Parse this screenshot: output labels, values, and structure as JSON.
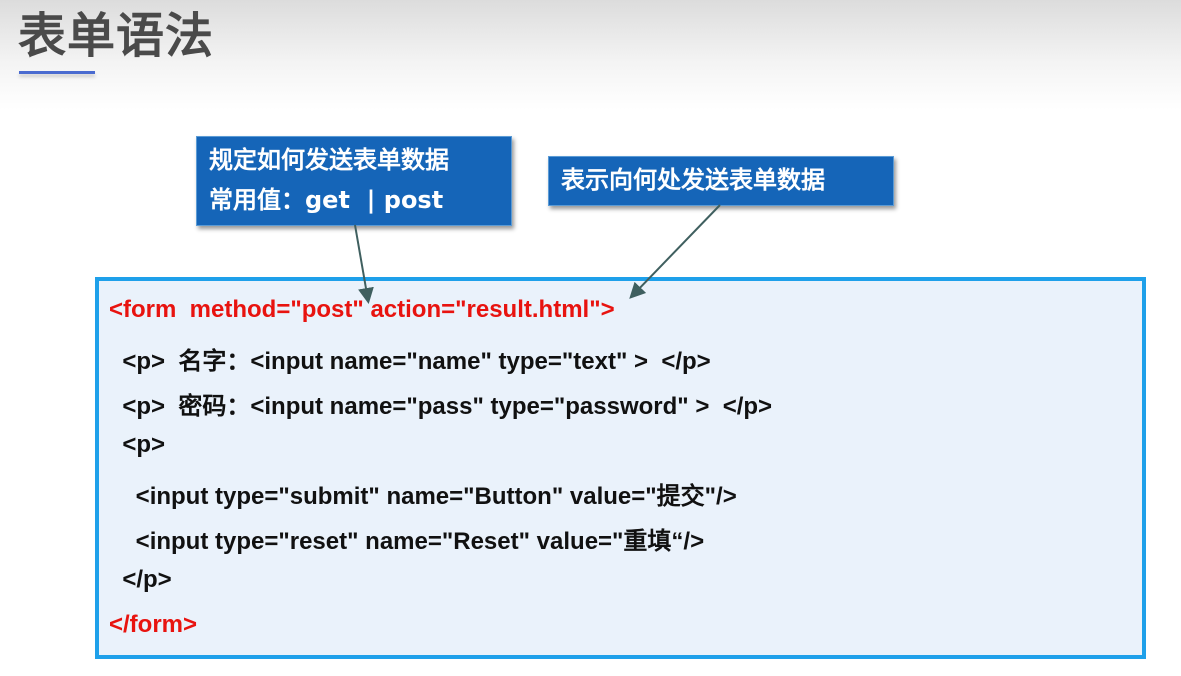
{
  "title": "表单语法",
  "callouts": {
    "method": [
      "规定如何发送表单数据",
      "常用值：get  | post"
    ],
    "action": "表示向何处发送表单数据"
  },
  "code": [
    "<form  method=\"post\" action=\"result.html\">",
    "  <p>  名字：<input name=\"name\" type=\"text\" >  </p>",
    "  <p>  密码：<input name=\"pass\" type=\"password\" >  </p>",
    "  <p>",
    "    <input type=\"submit\" name=\"Button\" value=\"提交\"/>",
    "    <input type=\"reset\" name=\"Reset\" value=\"重填“/>",
    "  </p>",
    "</form>"
  ],
  "colors": {
    "tag": "#e8130f",
    "callout": "#1565b8",
    "border": "#1ea0ea"
  }
}
